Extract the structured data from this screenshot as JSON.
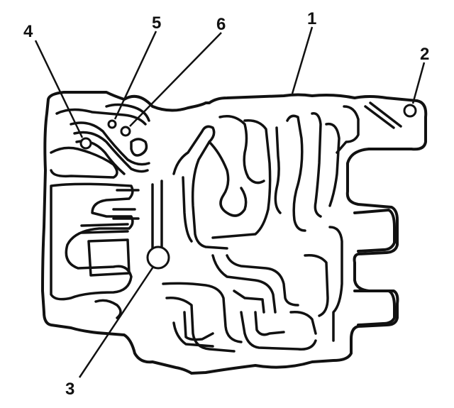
{
  "diagram": {
    "callouts": [
      {
        "id": "1",
        "label": "1"
      },
      {
        "id": "2",
        "label": "2"
      },
      {
        "id": "3",
        "label": "3"
      },
      {
        "id": "4",
        "label": "4"
      },
      {
        "id": "5",
        "label": "5"
      },
      {
        "id": "6",
        "label": "6"
      }
    ],
    "colors": {
      "ink": "#111111",
      "background": "#ffffff"
    }
  }
}
